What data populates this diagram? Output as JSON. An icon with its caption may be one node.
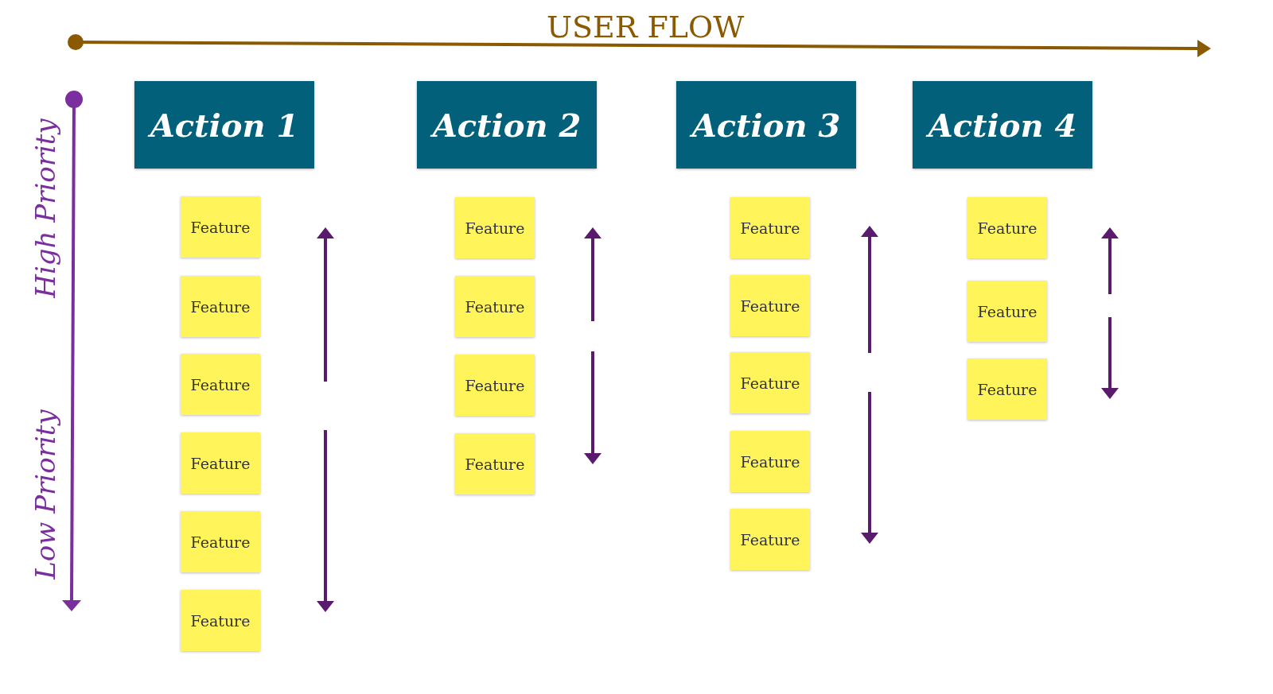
{
  "diagram": {
    "nodes": [
      {
        "text": [
          "Action 1"
        ]
      },
      {
        "text": [
          "Action 2"
        ]
      },
      {
        "text": [
          "Action 3"
        ]
      },
      {
        "text": [
          "Action 4"
        ]
      },
      {
        "text": [
          "Feature"
        ]
      },
      {
        "text": [
          "Feature"
        ]
      },
      {
        "text": [
          "Feature"
        ]
      },
      {
        "text": [
          "Feature"
        ]
      },
      {
        "text": [
          "Feature"
        ]
      },
      {
        "text": [
          "Feature"
        ]
      },
      {
        "text": [
          "Feature"
        ]
      },
      {
        "text": [
          "Feature"
        ]
      },
      {
        "text": [
          "Feature"
        ]
      },
      {
        "text": [
          "Feature"
        ]
      },
      {
        "text": [
          "Feature"
        ]
      },
      {
        "text": [
          "Feature"
        ]
      },
      {
        "text": [
          "Feature"
        ]
      },
      {
        "text": [
          "Feature"
        ]
      },
      {
        "text": [
          "Feature"
        ]
      },
      {
        "text": [
          "Feature"
        ]
      },
      {
        "text": [
          "Feature"
        ]
      },
      {
        "text": [
          "Feature"
        ]
      }
    ],
    "labels": [
      "USER FLOW",
      "High Priority",
      "Low Priority"
    ]
  }
}
